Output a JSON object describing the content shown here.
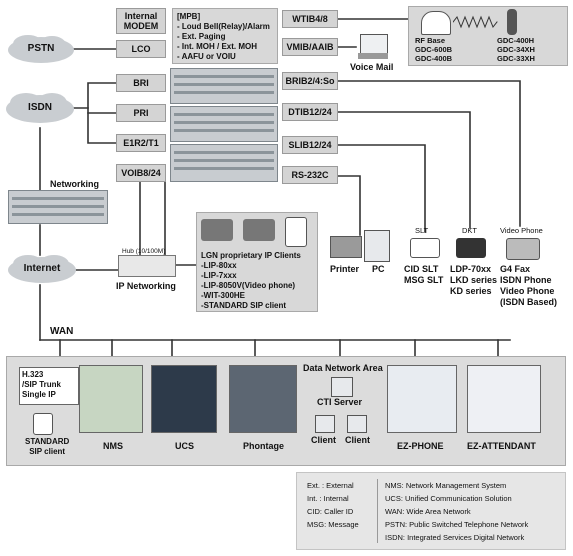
{
  "clouds": {
    "pstn": "PSTN",
    "isdn": "ISDN",
    "internet": "Internet"
  },
  "trunk_boxes": {
    "internal_modem": [
      "Internal",
      "MODEM"
    ],
    "lco": "LCO",
    "bri": "BRI",
    "pri": "PRI",
    "e1r2": "E1R2/T1",
    "voib": "VOIB8/24",
    "wtib": "WTIB4/8",
    "vmib": "VMIB/AAIB",
    "brib": "BRIB2/4:So",
    "dtib": "DTIB12/24",
    "slib": "SLIB12/24",
    "rs232c": "RS-232C"
  },
  "mpb": {
    "title": "[MPB]",
    "items": [
      "- Loud Bell(Relay)/Alarm",
      "- Ext. Paging",
      "- Int. MOH / Ext. MOH",
      "- AAFU or VOIU"
    ]
  },
  "wireless": {
    "rf_base": [
      "RF Base",
      "GDC-600B",
      "GDC-400B"
    ],
    "handsets": [
      "GDC-400H",
      "GDC-34XH",
      "GDC-33XH"
    ]
  },
  "voice_mail": "Voice Mail",
  "networking": "Networking",
  "hub": "Hub (10/100M)",
  "ip_networking": "IP Networking",
  "ip_clients": [
    "LGN proprietary IP Clients",
    "-LIP-80xx",
    "-LIP-7xxx",
    "-LIP-8050V(Video phone)",
    "-WIT-300HE",
    "-STANDARD SIP client"
  ],
  "terminals": {
    "printer": "Printer",
    "pc": "PC",
    "slt_tag": "SLT",
    "slt": [
      "CID SLT",
      "MSG SLT"
    ],
    "dkt_tag": "DKT",
    "dkt": [
      "LDP-70xx",
      "LKD series",
      "KD series"
    ],
    "video_tag": "Video Phone",
    "video": [
      "G4 Fax",
      "ISDN Phone",
      "Video Phone",
      "(ISDN Based)"
    ]
  },
  "wan": "WAN",
  "wan_clients": {
    "sip_trunk": [
      "H.323",
      "/SIP Trunk",
      "Single IP"
    ],
    "standard_sip": [
      "STANDARD",
      "SIP client"
    ],
    "nms": "NMS",
    "ucs": "UCS",
    "phontage": "Phontage",
    "data_network_area": "Data Network Area",
    "cti_server": "CTI Server",
    "client1": "Client",
    "client2": "Client",
    "ez_phone": "EZ-PHONE",
    "ez_attendant": "EZ-ATTENDANT"
  },
  "legend": {
    "left": [
      "Ext. : External",
      "Int. : Internal",
      "CID: Caller ID",
      "MSG: Message"
    ],
    "right": [
      "NMS: Network Management System",
      "UCS: Unified Communication Solution",
      "WAN: Wide Area Network",
      "PSTN: Public Switched Telephone Network",
      "ISDN: Integrated Services Digital Network"
    ]
  }
}
